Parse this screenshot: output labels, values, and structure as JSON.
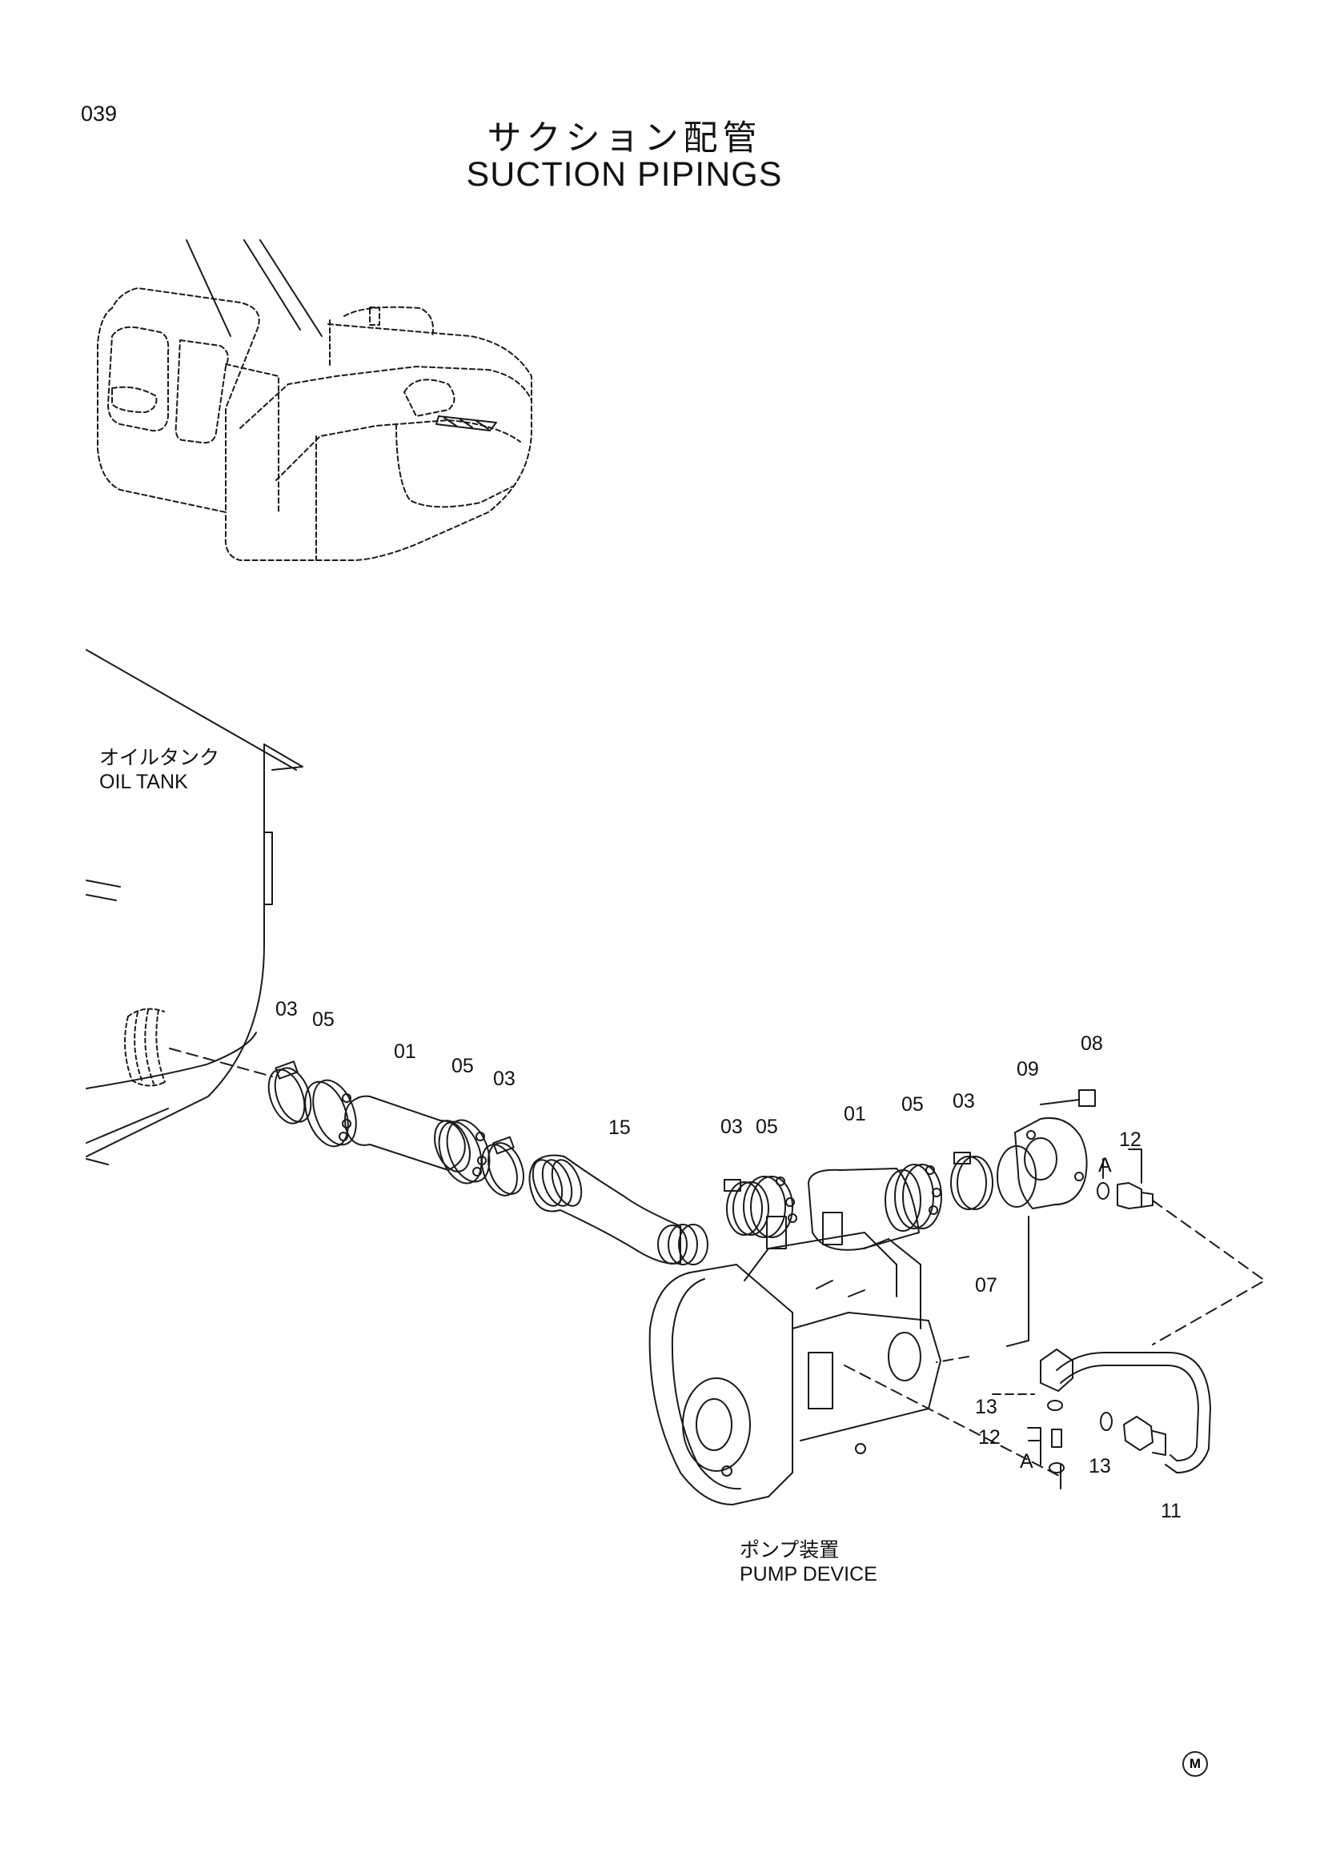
{
  "page_number": "039",
  "title_jp": "サクション配管",
  "title_en": "SUCTION PIPINGS",
  "labels": {
    "oil_tank_jp": "オイルタンク",
    "oil_tank_en": "OIL TANK",
    "pump_device_jp": "ポンプ装置",
    "pump_device_en": "PUMP DEVICE"
  },
  "callouts": [
    {
      "id": "c1",
      "text": "03"
    },
    {
      "id": "c2",
      "text": "05"
    },
    {
      "id": "c3",
      "text": "01"
    },
    {
      "id": "c4",
      "text": "05"
    },
    {
      "id": "c5",
      "text": "03"
    },
    {
      "id": "c6",
      "text": "15"
    },
    {
      "id": "c7",
      "text": "03"
    },
    {
      "id": "c8",
      "text": "05"
    },
    {
      "id": "c9",
      "text": "01"
    },
    {
      "id": "c10",
      "text": "05"
    },
    {
      "id": "c11",
      "text": "03"
    },
    {
      "id": "c12",
      "text": "09"
    },
    {
      "id": "c13",
      "text": "08"
    },
    {
      "id": "c14",
      "text": "12"
    },
    {
      "id": "c15",
      "text": "A"
    },
    {
      "id": "c16",
      "text": "07"
    },
    {
      "id": "c17",
      "text": "13"
    },
    {
      "id": "c18",
      "text": "12"
    },
    {
      "id": "c19",
      "text": "A"
    },
    {
      "id": "c20",
      "text": "13"
    },
    {
      "id": "c21",
      "text": "11"
    }
  ],
  "corner_mark": "M"
}
